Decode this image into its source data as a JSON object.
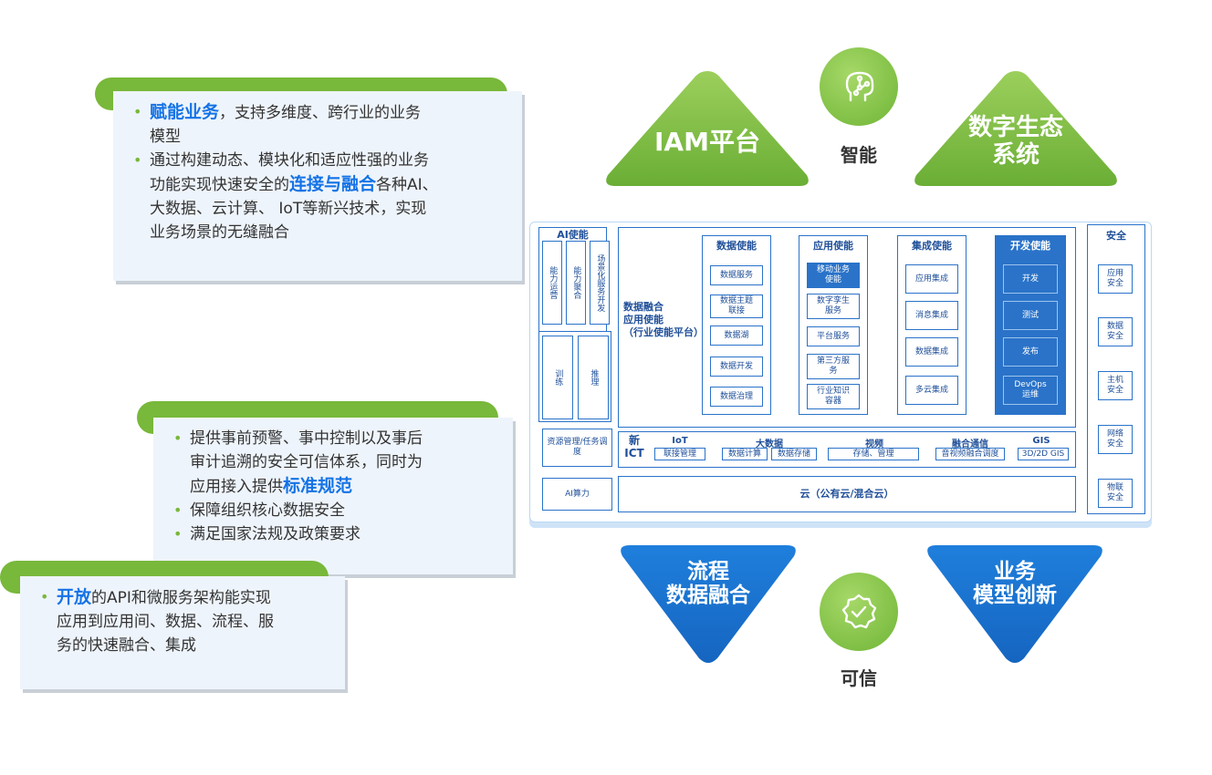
{
  "cards": {
    "card1": {
      "item1_highlight": "赋能业务",
      "item1_text_l1": "，支持多维度、跨行业的业务",
      "item1_text_l2": "模型",
      "item2_l1": "通过构建动态、模块化和适应性强的业务",
      "item2_l2_pre": "功能实现快速安全的",
      "item2_l2_highlight": "连接与融合",
      "item2_l2_post": "各种AI、",
      "item2_l3": "大数据、云计算、 IoT等新兴技术，实现",
      "item2_l4": "业务场景的无缝融合"
    },
    "card2": {
      "item1_l1": "提供事前预警、事中控制以及事后",
      "item1_l2": "审计追溯的安全可信体系，同时为",
      "item1_l3_pre": "应用接入提供",
      "item1_l3_highlight": "标准规范",
      "item2": "保障组织核心数据安全",
      "item3": "满足国家法规及政策要求"
    },
    "card3": {
      "item1_highlight": "开放",
      "item1_l1_post": "的API和微服务架构能实现",
      "item1_l2": "应用到应用间、数据、流程、服",
      "item1_l3": "务的快速融合、集成"
    }
  },
  "triangles": {
    "top_left": "IAM平台",
    "top_right_l1": "数字生态",
    "top_right_l2": "系统",
    "bottom_left_l1": "流程",
    "bottom_left_l2": "数据融合",
    "bottom_right_l1": "业务",
    "bottom_right_l2": "模型创新"
  },
  "badges": {
    "top": "智能",
    "bottom": "可信"
  },
  "platform": {
    "ai": {
      "title": "AI使能",
      "ops": "能力运营",
      "aggregate": "能力聚合",
      "scene_dev": "场景化服务开发",
      "train": "训练",
      "infer": "推理",
      "resource": "资源管理/任务调度",
      "compute": "AI算力"
    },
    "center": {
      "l1": "数据融合",
      "l2": "应用使能",
      "l3": "（行业使能平台）"
    },
    "data": {
      "title": "数据使能",
      "items": [
        "数据服务",
        "数据主题联接",
        "数据湖",
        "数据开发",
        "数据治理"
      ]
    },
    "app": {
      "title": "应用使能",
      "items": [
        "移动业务使能",
        "数字孪生服务",
        "平台服务",
        "第三方服务",
        "行业知识容器"
      ]
    },
    "integ": {
      "title": "集成使能",
      "items": [
        "应用集成",
        "消息集成",
        "数据集成",
        "多云集成"
      ]
    },
    "dev": {
      "title": "开发使能",
      "items": [
        "开发",
        "测试",
        "发布",
        "DevOps运维"
      ]
    },
    "ict": {
      "label_l1": "新",
      "label_l2": "ICT",
      "iot": "IoT",
      "iot_sub": "联接管理",
      "bigdata": "大数据",
      "bigdata_sub1": "数据计算",
      "bigdata_sub2": "数据存储",
      "video": "视频",
      "video_sub": "存储、管理",
      "comm": "融合通信",
      "comm_sub": "音视频融合调度",
      "gis": "GIS",
      "gis_sub": "3D/2D GIS"
    },
    "cloud": "云（公有云/混合云）",
    "security": {
      "title": "安全",
      "items": [
        "应用安全",
        "数据安全",
        "主机安全",
        "网络安全",
        "物联安全"
      ]
    }
  },
  "colors": {
    "green": "#78b83a",
    "blue": "#1473e6",
    "card_bg": "#eef4fb"
  }
}
